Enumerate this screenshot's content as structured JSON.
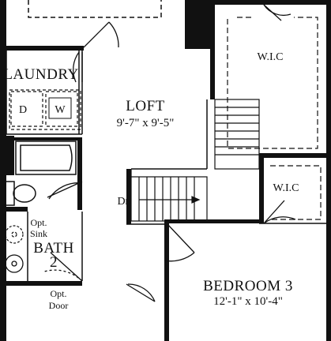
{
  "rooms": {
    "laundry": {
      "name": "LAUNDRY",
      "washer": "W",
      "dryer": "D"
    },
    "loft": {
      "name": "LOFT",
      "dims": "9'-7\" x 9'-5\""
    },
    "wic_top": {
      "name": "W.I.C"
    },
    "wic_mid": {
      "name": "W.I.C"
    },
    "bedroom3": {
      "name": "BEDROOM 3",
      "dims": "12'-1\" x 10'-4\""
    },
    "bath2": {
      "name_line1": "BATH",
      "name_line2": "2",
      "opt_sink_line1": "Opt.",
      "opt_sink_line2": "Sink"
    },
    "opt_door": {
      "line1": "Opt.",
      "line2": "Door"
    }
  },
  "stairs": {
    "label": "Dn"
  }
}
